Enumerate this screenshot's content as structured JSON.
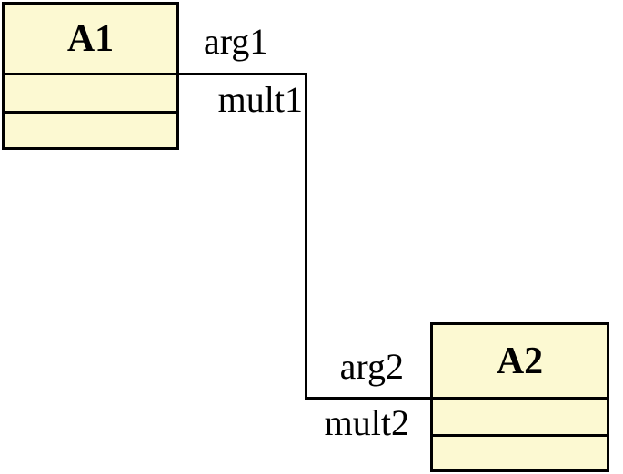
{
  "diagram": {
    "type": "uml-class-diagram",
    "background_color": "#ffffff",
    "line_color": "#000000",
    "class_fill_color": "#fcf9d2",
    "classes": [
      {
        "name": "A1",
        "attributes_compartment": "",
        "operations_compartment": ""
      },
      {
        "name": "A2",
        "attributes_compartment": "",
        "operations_compartment": ""
      }
    ],
    "association": {
      "from": "A1",
      "to": "A2",
      "labels": {
        "end1_role": "arg1",
        "end1_multiplicity": "mult1",
        "end2_role": "arg2",
        "end2_multiplicity": "mult2"
      }
    }
  }
}
